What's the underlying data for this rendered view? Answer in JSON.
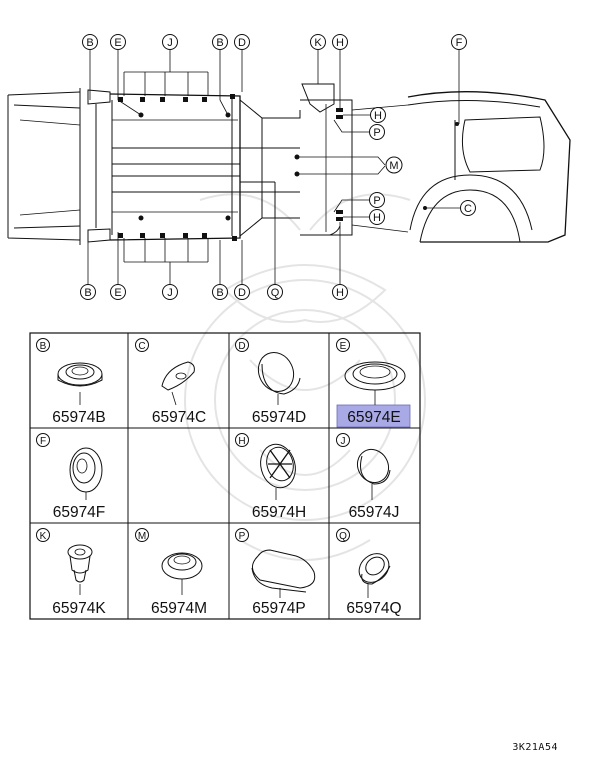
{
  "callouts": {
    "top_b": "B",
    "top_e": "E",
    "top_j": "J",
    "top_b2": "B",
    "top_d": "D",
    "top_k": "K",
    "top_h": "H",
    "top_f": "F",
    "right_h1": "H",
    "right_p1": "P",
    "right_m": "M",
    "right_p2": "P",
    "right_h2": "H",
    "right_c": "C",
    "bot_b": "B",
    "bot_e": "E",
    "bot_j": "J",
    "bot_b2": "B",
    "bot_d": "D",
    "bot_q": "Q",
    "bot_h": "H"
  },
  "parts": [
    {
      "letter": "B",
      "number": "65974B",
      "highlighted": false
    },
    {
      "letter": "C",
      "number": "65974C",
      "highlighted": false
    },
    {
      "letter": "D",
      "number": "65974D",
      "highlighted": false
    },
    {
      "letter": "E",
      "number": "65974E",
      "highlighted": true
    },
    {
      "letter": "F",
      "number": "65974F",
      "highlighted": false
    },
    {
      "letter": "",
      "number": "",
      "highlighted": false
    },
    {
      "letter": "H",
      "number": "65974H",
      "highlighted": false
    },
    {
      "letter": "J",
      "number": "65974J",
      "highlighted": false
    },
    {
      "letter": "K",
      "number": "65974K",
      "highlighted": false
    },
    {
      "letter": "M",
      "number": "65974M",
      "highlighted": false
    },
    {
      "letter": "P",
      "number": "65974P",
      "highlighted": false
    },
    {
      "letter": "Q",
      "number": "65974Q",
      "highlighted": false
    }
  ],
  "colors": {
    "line": "#111111",
    "highlight": "#a9a9e6",
    "watermark": "#e4e4e4"
  },
  "diagram_code": "3K21A54"
}
